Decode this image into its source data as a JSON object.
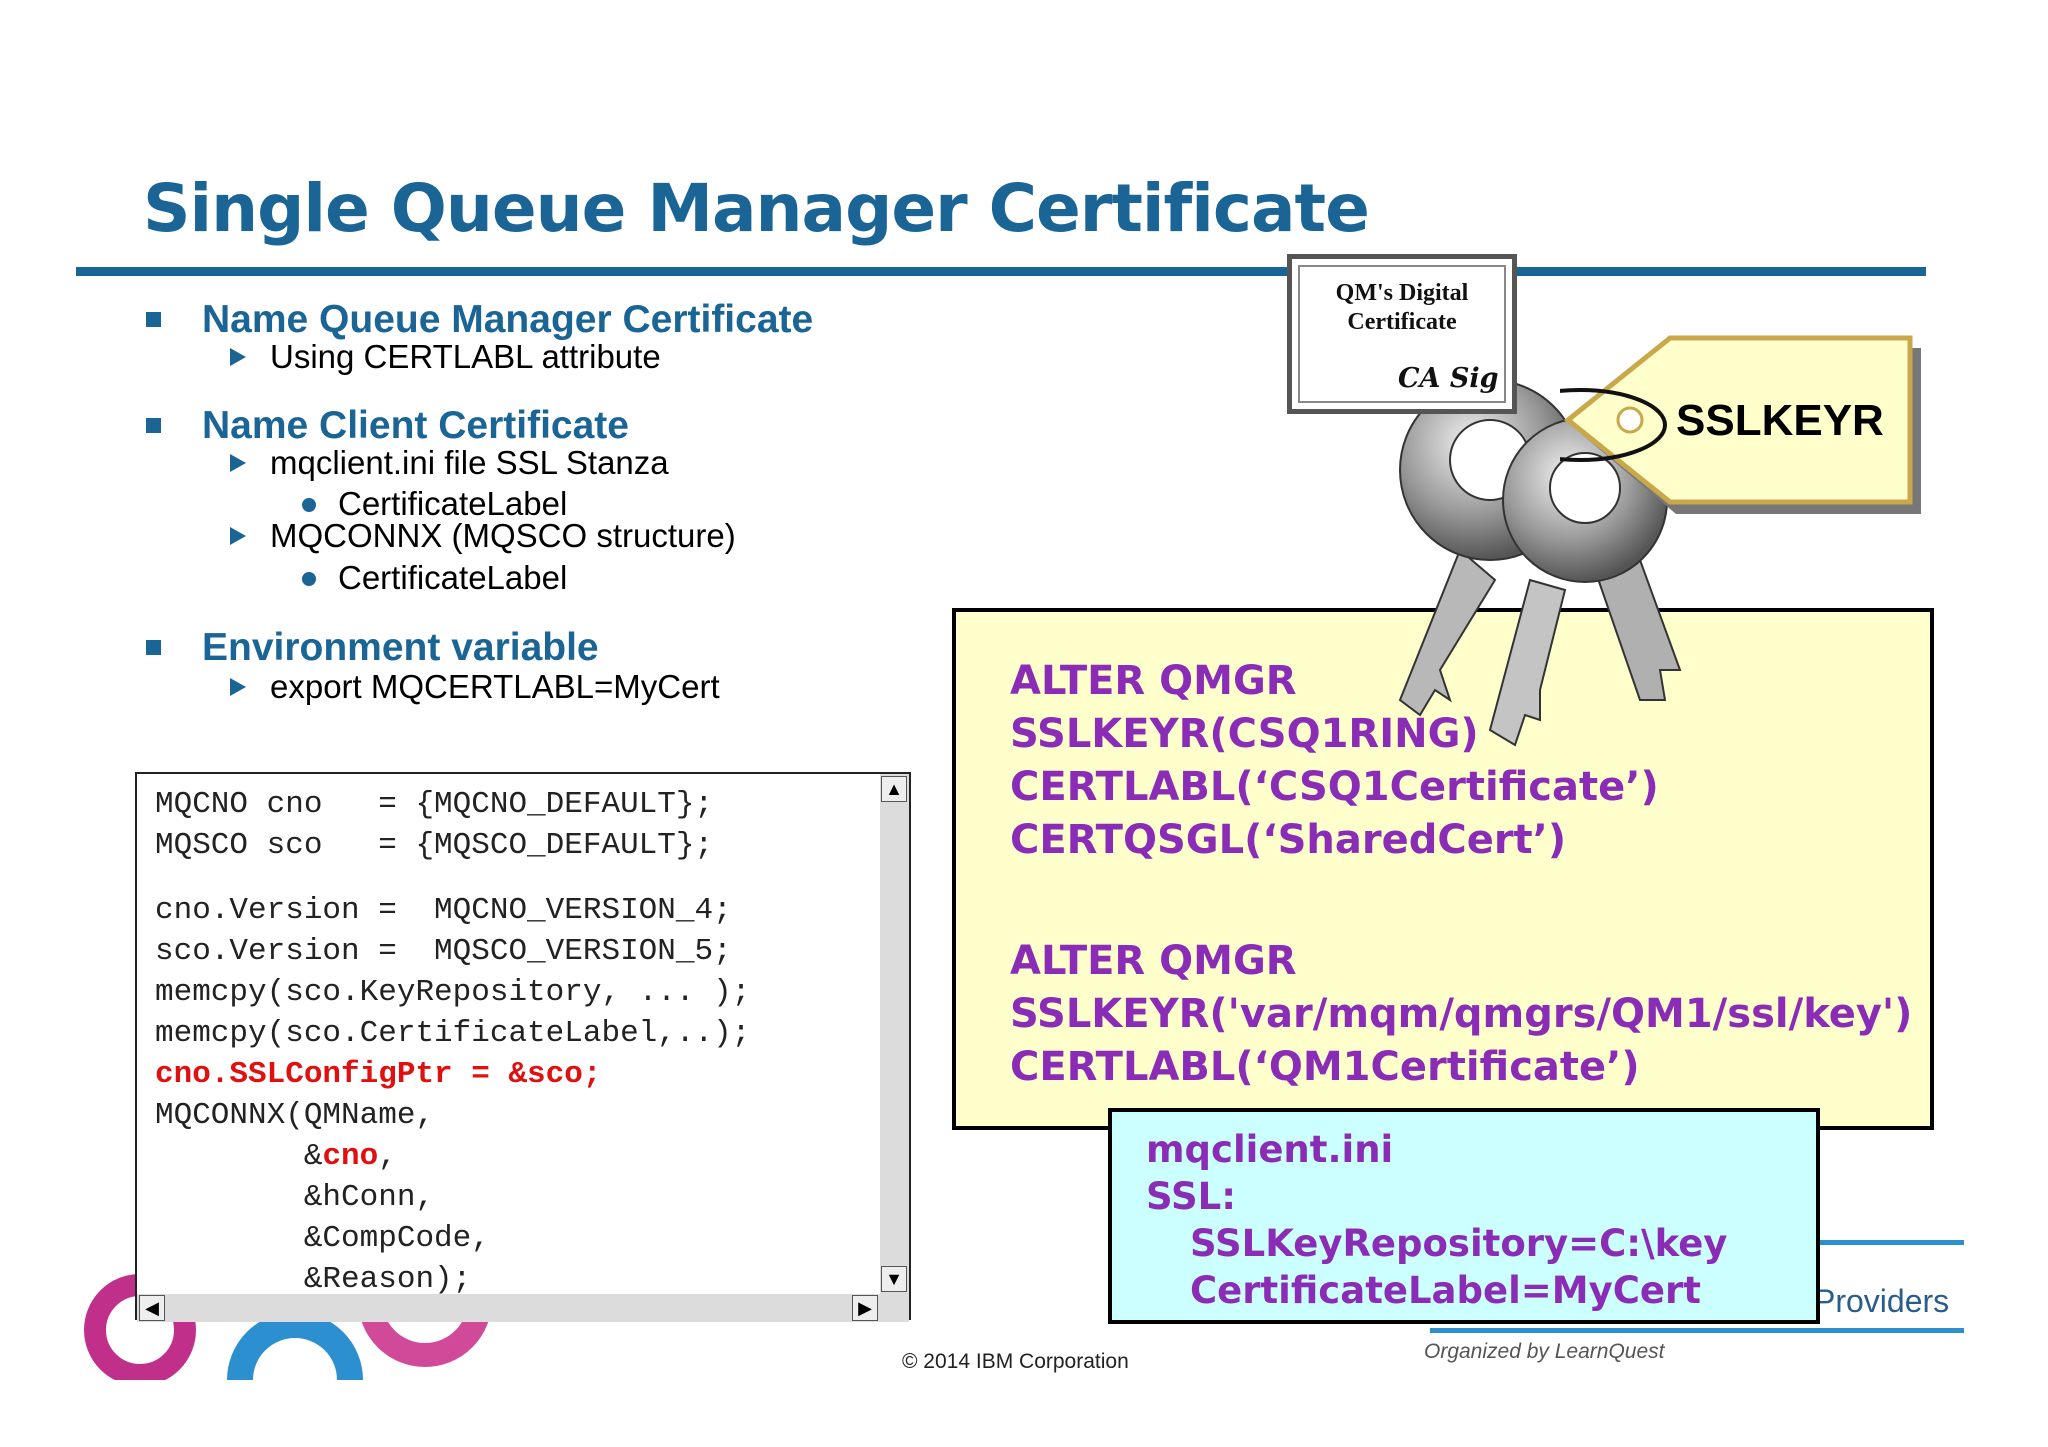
{
  "slide": {
    "title": "Single Queue Manager Certificate",
    "bullets": [
      {
        "text": "Name Queue Manager Certificate",
        "subs": [
          {
            "text": "Using CERTLABL attribute",
            "subsubs": []
          }
        ]
      },
      {
        "text": "Name Client Certificate",
        "subs": [
          {
            "text": "mqclient.ini file SSL Stanza",
            "subsubs": [
              "CertificateLabel"
            ]
          },
          {
            "text": "MQCONNX (MQSCO structure)",
            "subsubs": [
              "CertificateLabel"
            ]
          }
        ]
      },
      {
        "text": "Environment variable",
        "subs": [
          {
            "text": "export MQCERTLABL=MyCert",
            "subsubs": []
          }
        ]
      }
    ]
  },
  "code": {
    "l1": "MQCNO cno   = {MQCNO_DEFAULT};",
    "l2": "MQSCO sco   = {MQSCO_DEFAULT};",
    "l3": "cno.Version =  MQCNO_VERSION_4;",
    "l4": "sco.Version =  MQSCO_VERSION_5;",
    "l5": "memcpy(sco.KeyRepository, ... );",
    "l6": "memcpy(sco.CertificateLabel,..);",
    "l7": "cno.SSLConfigPtr = &sco;",
    "l8": "MQCONNX(QMName,",
    "l9a": "        &",
    "l9b": "cno",
    "l9c": ",",
    "l10": "        &hConn,",
    "l11": "        &CompCode,",
    "l12": "        &Reason);"
  },
  "zos": {
    "lines": [
      "ALTER QMGR",
      "SSLKEYR(CSQ1RING)",
      "CERTLABL(‘CSQ1Certificate’)",
      "CERTQSGL(‘SharedCert’)"
    ]
  },
  "dist": {
    "lines": [
      "ALTER QMGR",
      "SSLKEYR('var/mqm/qmgrs/QM1/ssl/key')",
      "CERTLABL(‘QM1Certificate’)"
    ]
  },
  "client": {
    "lines": [
      "mqclient.ini",
      "SSL:",
      "SSLKeyRepository=C:\\key",
      "CertificateLabel=MyCert"
    ]
  },
  "cert": {
    "line1": "QM's Digital",
    "line2": "Certificate",
    "sig": "CA Sig"
  },
  "tag": {
    "label": "SSLKEYR"
  },
  "footer": {
    "copyright": "© 2014 IBM Corporation",
    "providers": "Providers",
    "organizer": "Organized by LearnQuest"
  },
  "colors": {
    "title": "#1a6496",
    "purple": "#8a2cb5",
    "red": "#e01010",
    "yellow_box": "#ffffcc",
    "cyan_box": "#ccffff"
  },
  "icons": [
    "square-bullet-icon",
    "triangle-bullet-icon",
    "dot-bullet-icon",
    "keys-icon",
    "scroll-up-icon",
    "scroll-down-icon",
    "scroll-left-icon",
    "scroll-right-icon"
  ]
}
